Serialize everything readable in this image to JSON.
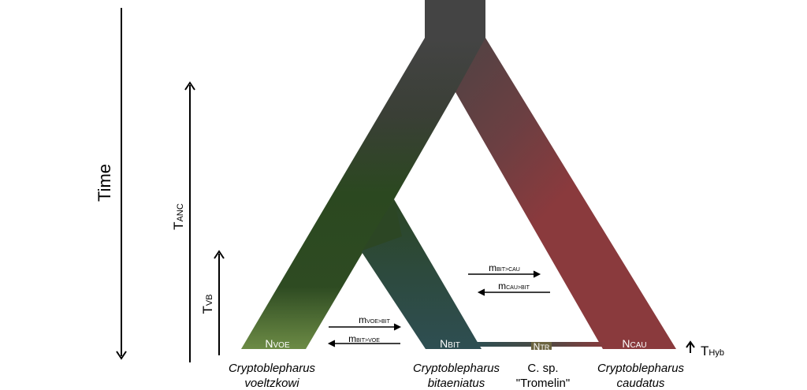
{
  "time": {
    "label": "Time"
  },
  "params": {
    "tanc": {
      "main": "T",
      "sub": "ANC"
    },
    "tvb": {
      "main": "T",
      "sub": "VB"
    },
    "thyb": {
      "main": "T",
      "sub": "Hyb"
    }
  },
  "populations": {
    "nvoe": {
      "main": "N",
      "sub": "VOE"
    },
    "nbit": {
      "main": "N",
      "sub": "BIT"
    },
    "ntr": {
      "main": "N",
      "sub": "TR"
    },
    "ncau": {
      "main": "N",
      "sub": "CAU"
    }
  },
  "migration": {
    "voe_bit": {
      "main": "m",
      "sub": "VOE>BIT"
    },
    "bit_voe": {
      "main": "m",
      "sub": "BIT>VOE"
    },
    "bit_cau": {
      "main": "m",
      "sub": "BIT>CAU"
    },
    "cau_bit": {
      "main": "m",
      "sub": "CAU>BIT"
    }
  },
  "species": {
    "voeltzkowi": {
      "line1": "Cryptoblepharus",
      "line2": "voeltzkowi"
    },
    "bitaeniatus": {
      "line1": "Cryptoblepharus",
      "line2": "bitaeniatus"
    },
    "tromelin": {
      "line1": "C. sp.",
      "line2": "\"Tromelin\""
    },
    "caudatus": {
      "line1": "Cryptoblepharus",
      "line2": "caudatus"
    }
  },
  "colors": {
    "ancestral": "#3f3f3f",
    "voeltzkowi_top": "#2d4a20",
    "voeltzkowi_bottom": "#6b8a44",
    "bitaeniatus": "#2e4e50",
    "caudatus": "#8a3a3d",
    "tromelin": "#4a4a3a"
  }
}
